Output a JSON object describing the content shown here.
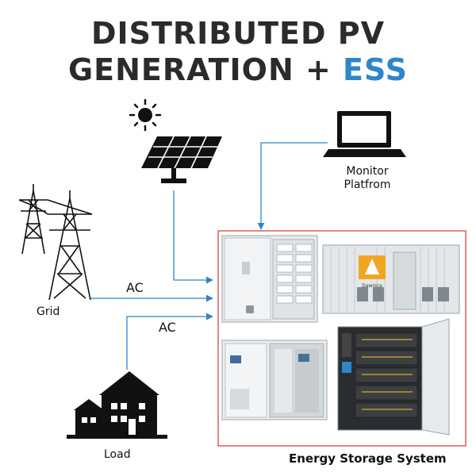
{
  "title": {
    "line1": "DISTRIBUTED PV",
    "line2_main": "GENERATION + ",
    "line2_accent": "ESS",
    "accent_color": "#2e86c8"
  },
  "nodes": {
    "solar": {
      "icon": "solar-panel-icon",
      "sun_icon": "sun-icon"
    },
    "monitor": {
      "label_line1": "Monitor",
      "label_line2": "Platfrom",
      "icon": "laptop-icon"
    },
    "grid": {
      "label": "Grid",
      "icon": "power-tower-icon"
    },
    "load": {
      "label": "Load",
      "icon": "house-icon"
    },
    "ess": {
      "label": "Energy Storage System",
      "border_color": "#d9534f"
    }
  },
  "edges": {
    "grid_label": "AC",
    "load_label": "AC",
    "line_color": "#2e86c8"
  },
  "ess_products": {
    "brand": "Dawnice"
  }
}
